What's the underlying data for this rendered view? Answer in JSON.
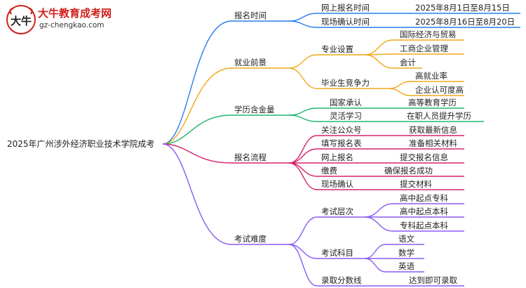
{
  "logo": {
    "title": "大牛教育成考网",
    "url": "gz-chengkao.com",
    "mark_text": "大牛"
  },
  "colors": {
    "blue": "#2a7df4",
    "orange": "#f0a81c",
    "green": "#22b573",
    "magenta": "#d6246e",
    "purple": "#8b5cf6",
    "logo_red": "#d0201a"
  },
  "root": "2025年广州涉外经济职业技术学院成考",
  "branches": {
    "registration_time": {
      "label": "报名时间",
      "items": [
        {
          "label": "网上报名时间",
          "value": "2025年8月1日至8月15日"
        },
        {
          "label": "现场确认时间",
          "value": "2025年8月16日至8月20日"
        }
      ]
    },
    "employment": {
      "label": "就业前景",
      "majors": {
        "label": "专业设置",
        "items": [
          "国际经济与贸易",
          "工商企业管理",
          "会计"
        ]
      },
      "competitiveness": {
        "label": "毕业生竞争力",
        "items": [
          "高就业率",
          "企业认可度高"
        ]
      }
    },
    "diploma": {
      "label": "学历含金量",
      "items": [
        {
          "label": "国家承认",
          "value": "高等教育学历"
        },
        {
          "label": "灵活学习",
          "value": "在职人员提升学历"
        }
      ]
    },
    "process": {
      "label": "报名流程",
      "items": [
        {
          "label": "关注公众号",
          "value": "获取最新信息"
        },
        {
          "label": "填写报名表",
          "value": "准备相关材料"
        },
        {
          "label": "网上报名",
          "value": "提交报名信息"
        },
        {
          "label": "缴费",
          "value": "确保报名成功"
        },
        {
          "label": "现场确认",
          "value": "提交材料"
        }
      ]
    },
    "difficulty": {
      "label": "考试难度",
      "levels": {
        "label": "考试层次",
        "items": [
          "高中起点专科",
          "高中起点本科",
          "专科起点本科"
        ]
      },
      "subjects": {
        "label": "考试科目",
        "items": [
          "语文",
          "数学",
          "英语"
        ]
      },
      "score": {
        "label": "录取分数线",
        "value": "达到即可录取"
      }
    }
  }
}
